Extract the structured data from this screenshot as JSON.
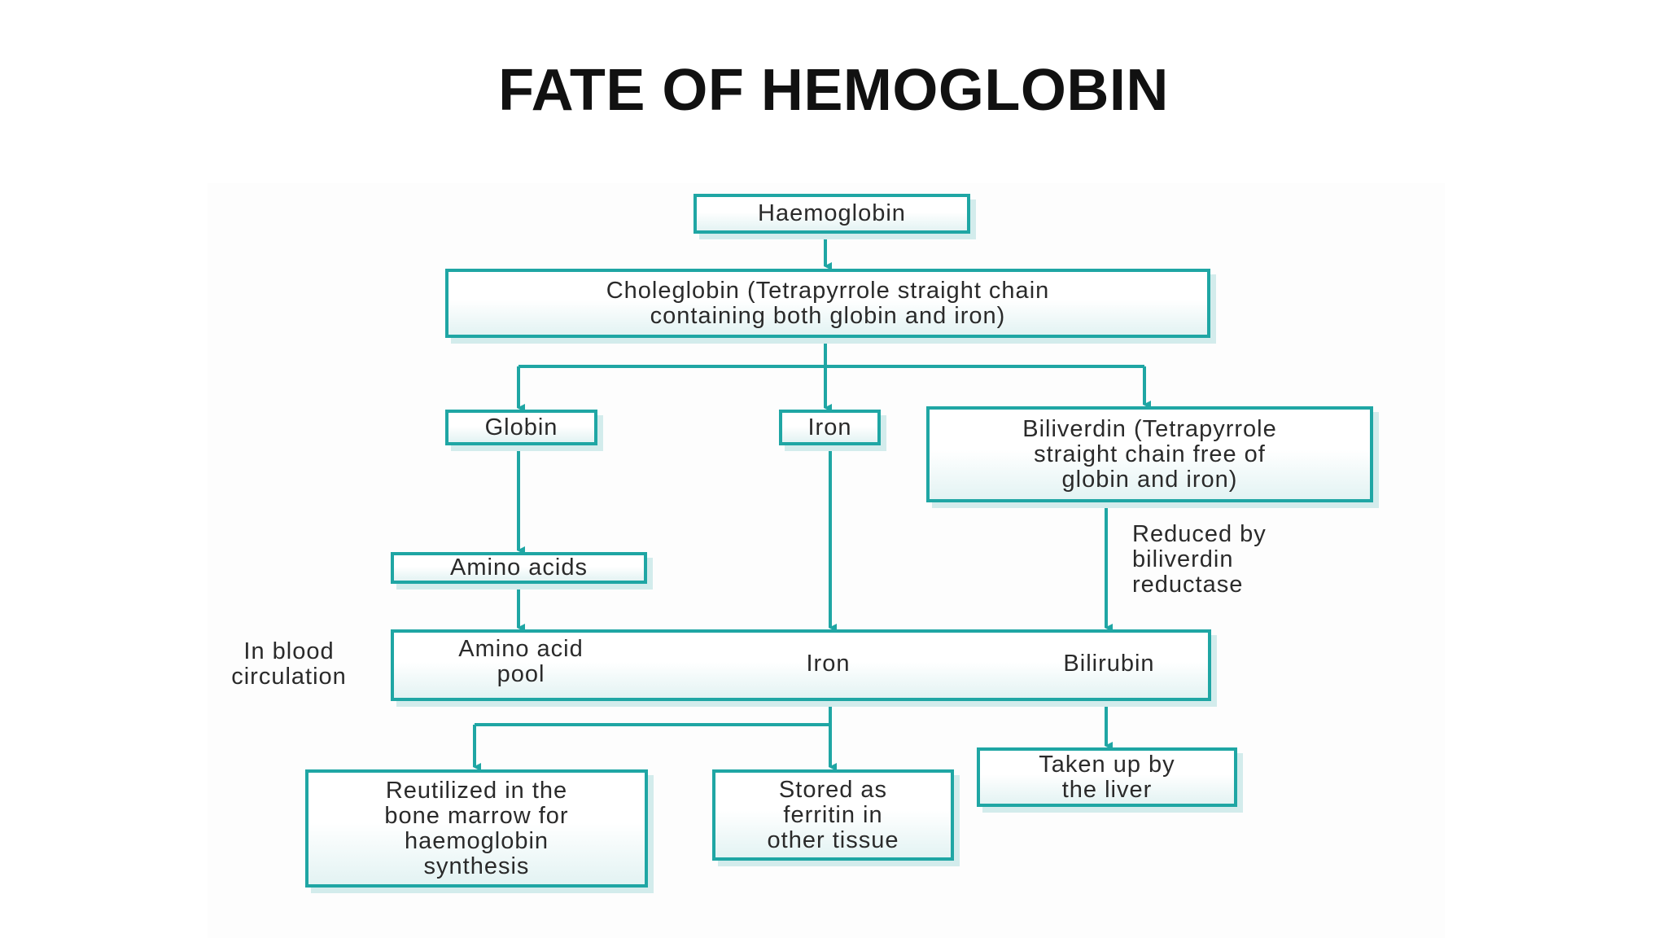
{
  "title": "FATE OF HEMOGLOBIN",
  "diagram": {
    "haemoglobin": "Haemoglobin",
    "choleglobin": "Choleglobin (Tetrapyrrole straight chain\ncontaining both globin and iron)",
    "globin": "Globin",
    "iron": "Iron",
    "biliverdin": "Biliverdin (Tetrapyrrole\nstraight chain free of\nglobin and iron)",
    "amino_acids": "Amino acids",
    "reduced_by": "Reduced by\nbiliverdin\nreductase",
    "in_blood": "In blood\ncirculation",
    "pool": {
      "amino_acid_pool": "Amino acid\npool",
      "iron": "Iron",
      "bilirubin": "Bilirubin"
    },
    "reutilized": "Reutilized in the\nbone marrow for\nhaemoglobin\nsynthesis",
    "stored": "Stored as\nferritin in\nother tissue",
    "taken_up": "Taken up by\nthe liver"
  },
  "colors": {
    "box_border": "#1fa6a4",
    "arrow": "#1fa6a4",
    "title": "#111111"
  }
}
